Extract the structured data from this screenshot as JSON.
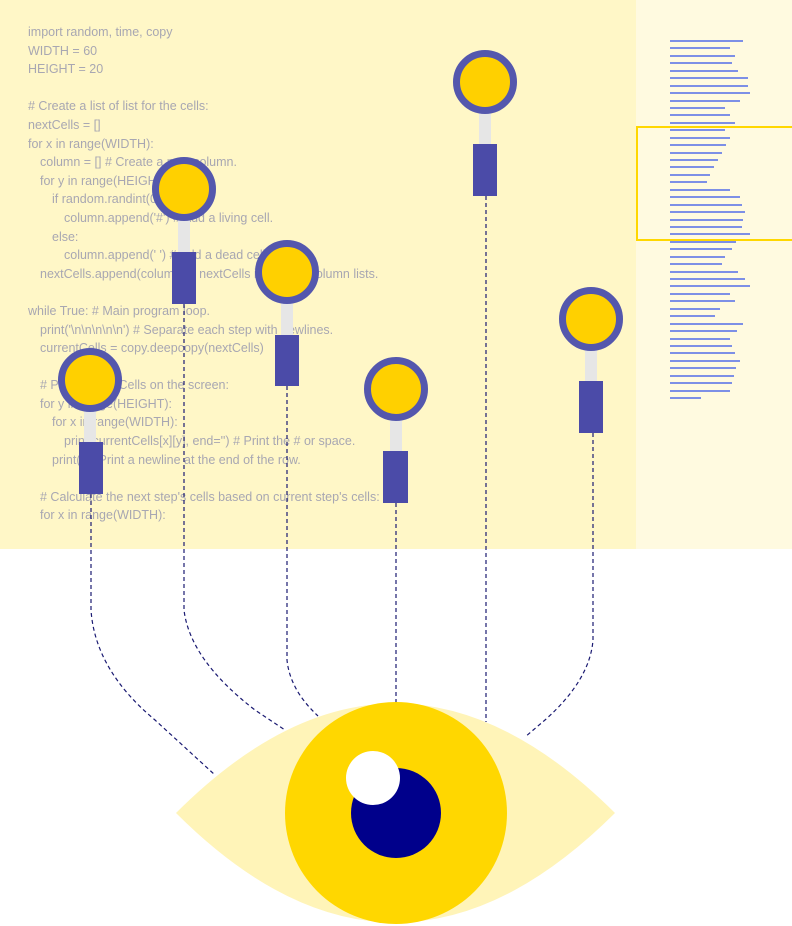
{
  "colors": {
    "editor_bg": "#fff7c7",
    "minimap_bg": "#fffae0",
    "code_text": "#a8a7b2",
    "minimap_line": "#7d8fe6",
    "minimap_viewport": "#ffd700",
    "marker_ring": "#5457ad",
    "marker_fill": "#ffd000",
    "marker_stem": "#e6e6e6",
    "marker_bar": "#4b4ba8",
    "connector": "#1a1a72",
    "eye_white": "#fff4b8",
    "iris": "#ffd700",
    "pupil": "#00008b",
    "highlight": "#ffffff"
  },
  "code": {
    "lines": [
      {
        "indent": 0,
        "text": "import random, time, copy"
      },
      {
        "indent": 0,
        "text": "WIDTH = 60"
      },
      {
        "indent": 0,
        "text": "HEIGHT = 20"
      },
      {
        "indent": 0,
        "text": ""
      },
      {
        "indent": 0,
        "text": "# Create a list of list for the cells:"
      },
      {
        "indent": 0,
        "text": "nextCells = []"
      },
      {
        "indent": 0,
        "text": "for x in range(WIDTH):"
      },
      {
        "indent": 1,
        "text": "column = [] # Create a new column."
      },
      {
        "indent": 1,
        "text": "for y in range(HEIGHT):"
      },
      {
        "indent": 2,
        "text": "if random.randint(0, 1) == 0:"
      },
      {
        "indent": 3,
        "text": "column.append('#') # Add a living cell."
      },
      {
        "indent": 2,
        "text": "else:"
      },
      {
        "indent": 3,
        "text": "column.append(' ') # Add a dead cell."
      },
      {
        "indent": 1,
        "text": "nextCells.append(column) # nextCells is a list of column lists."
      },
      {
        "indent": 0,
        "text": ""
      },
      {
        "indent": 0,
        "text": "while True: # Main program loop."
      },
      {
        "indent": 1,
        "text": "print('\\n\\n\\n\\n\\n') # Separate each step with newlines."
      },
      {
        "indent": 1,
        "text": "currentCells = copy.deepcopy(nextCells)"
      },
      {
        "indent": 0,
        "text": ""
      },
      {
        "indent": 1,
        "text": "# Print currentCells on the screen:"
      },
      {
        "indent": 1,
        "text": "for y in range(HEIGHT):"
      },
      {
        "indent": 2,
        "text": "for x in range(WIDTH):"
      },
      {
        "indent": 3,
        "text": "print(currentCells[x][y], end='') # Print the # or space."
      },
      {
        "indent": 2,
        "text": "print() # Print a newline at the end of the row."
      },
      {
        "indent": 0,
        "text": ""
      },
      {
        "indent": 1,
        "text": "# Calculate the next step's cells based on current step's cells:"
      },
      {
        "indent": 1,
        "text": "for x in range(WIDTH):"
      }
    ]
  }
}
